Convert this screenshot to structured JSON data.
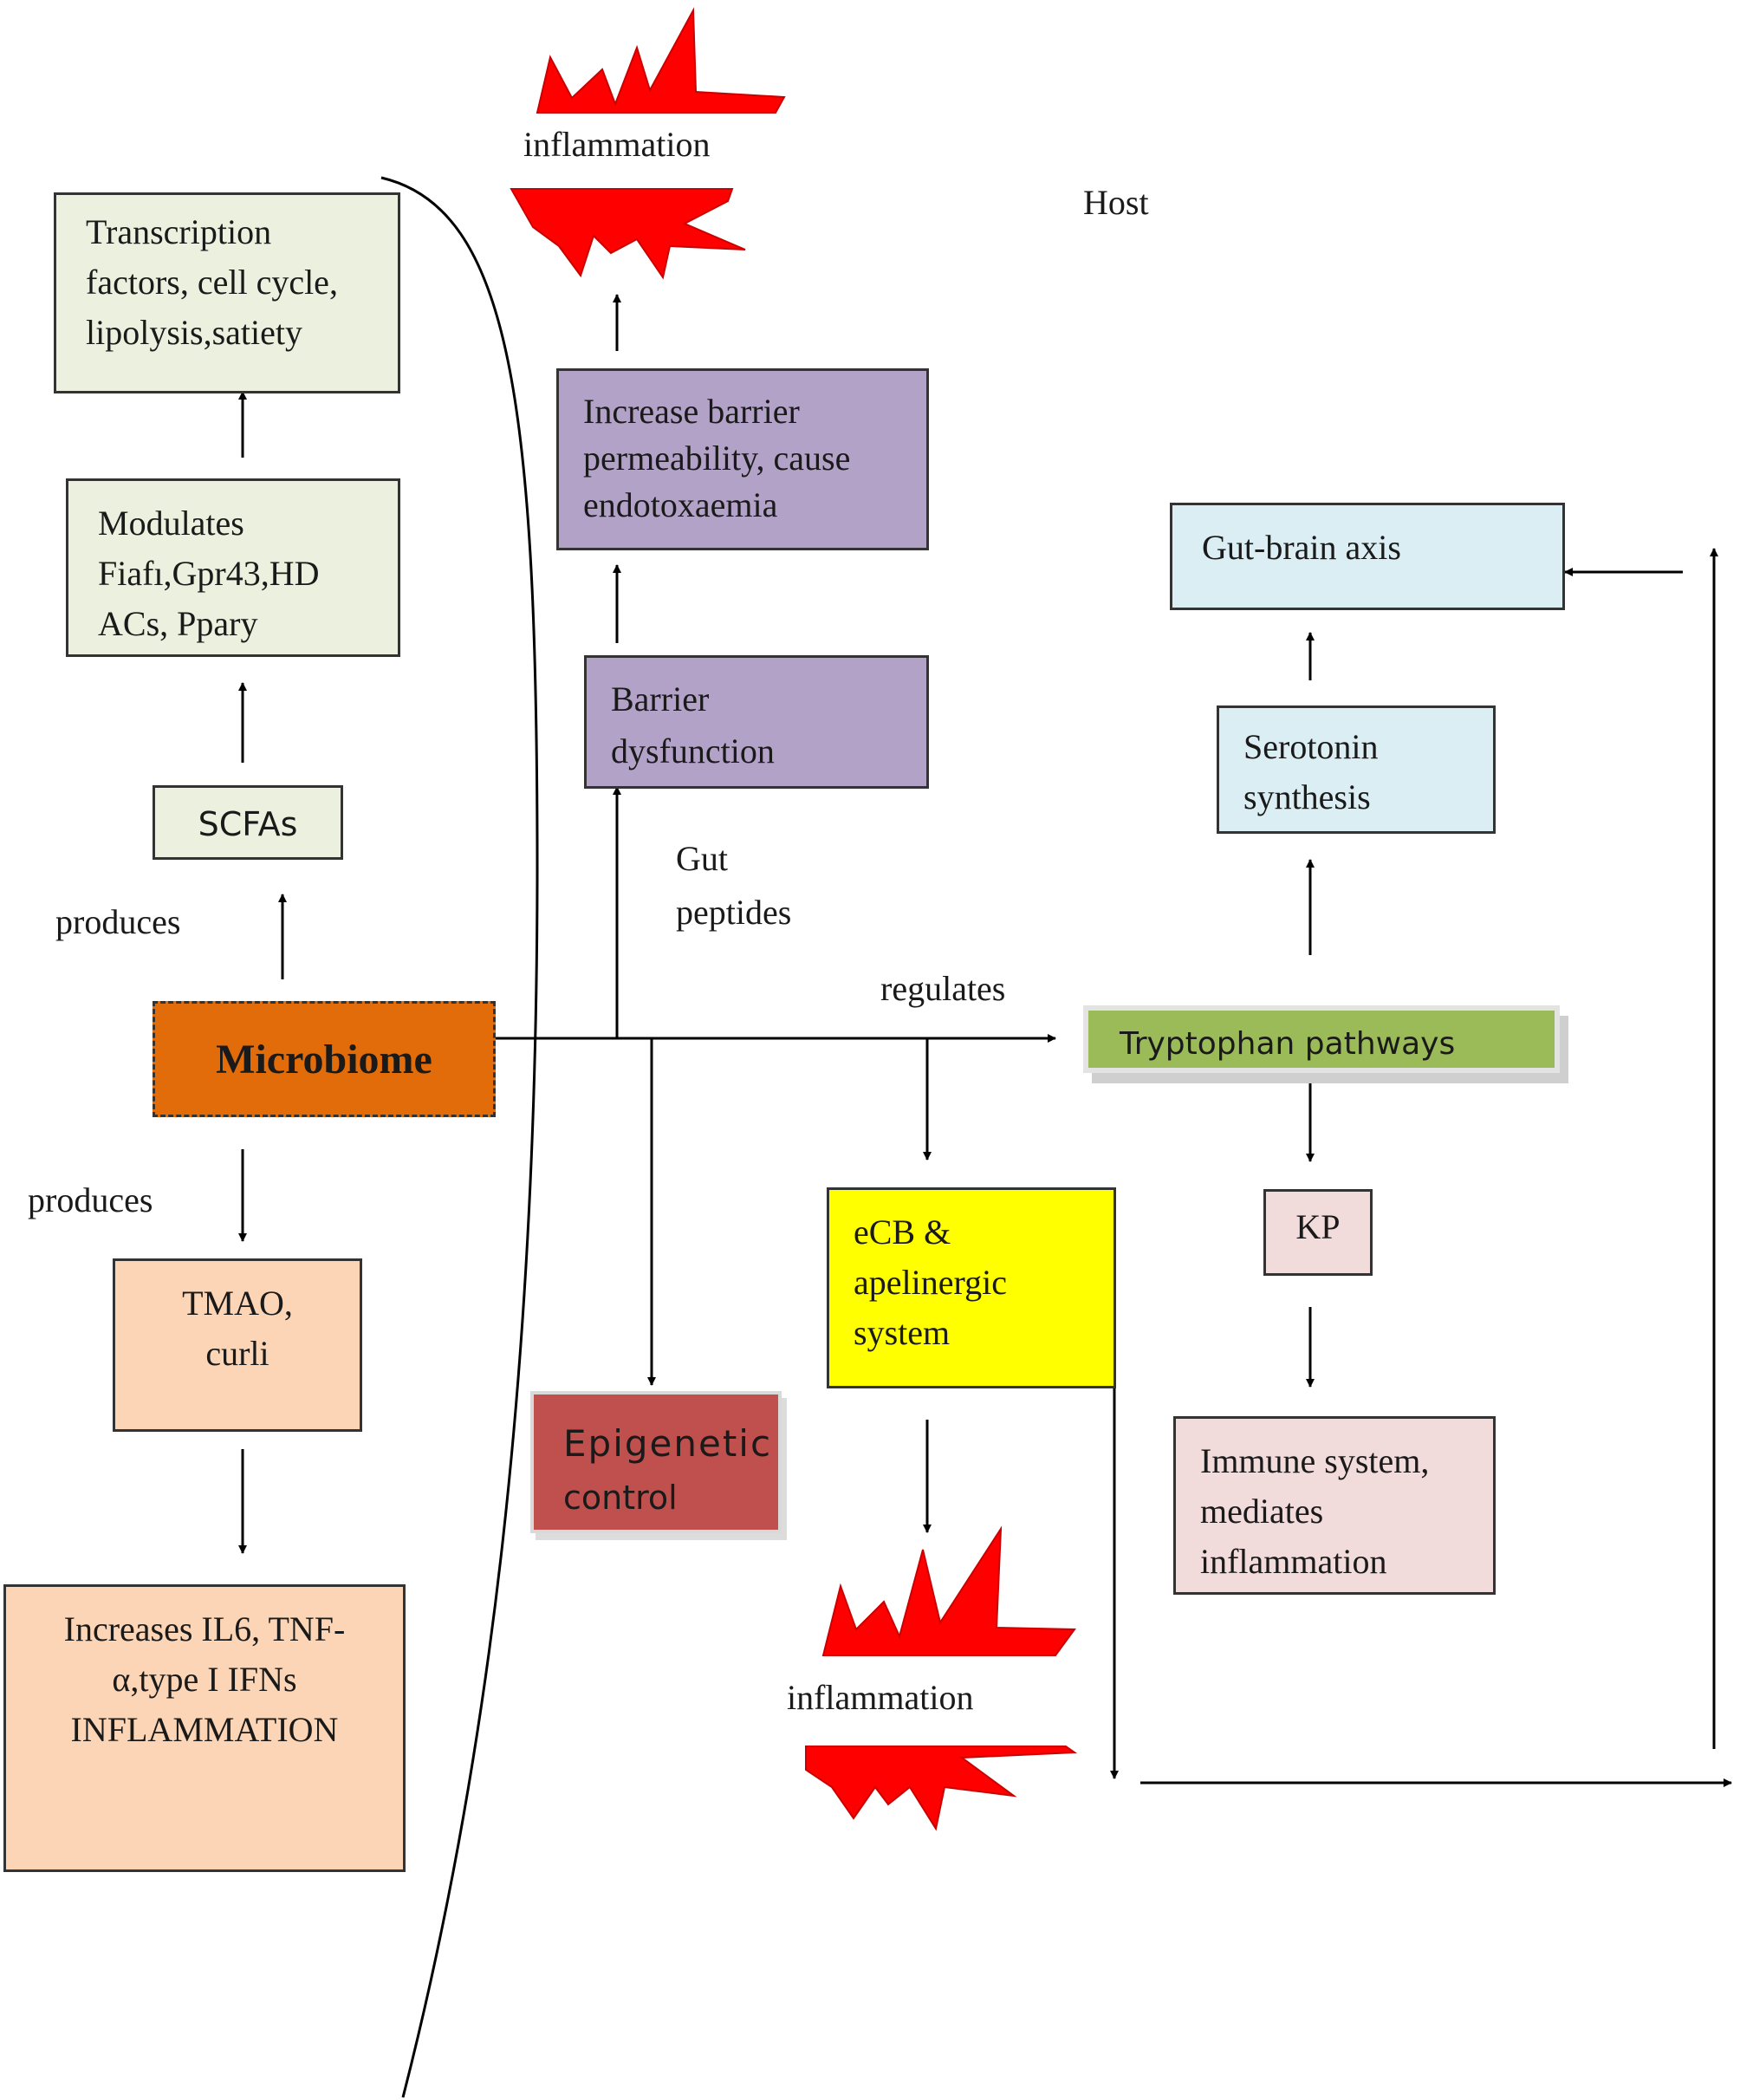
{
  "diagram": {
    "host_label": "Host",
    "nodes": {
      "transcription": {
        "lines": [
          "Transcription",
          "factors, cell cycle,",
          "lipolysis,satiety"
        ],
        "fill": "#ebf1de",
        "border": "#333333"
      },
      "modulates": {
        "lines": [
          "Modulates",
          "Fiafı,Gpr43,HD",
          "ACs, Ppary"
        ],
        "fill": "#ebf1de",
        "border": "#333333"
      },
      "scfas": {
        "lines": [
          "SCFAs"
        ],
        "fill": "#ebf1de",
        "border": "#333333"
      },
      "microbiome": {
        "lines": [
          "Microbiome"
        ],
        "fill": "#e36c0a",
        "border": "#333333"
      },
      "tmao": {
        "lines": [
          "TMAO,",
          "curli"
        ],
        "fill": "#fbd5b5",
        "border": "#333333"
      },
      "increases_il6": {
        "lines": [
          "Increases IL6, TNF-",
          "α,type I IFNs",
          "INFLAMMATION"
        ],
        "fill": "#fbd5b5",
        "border": "#333333"
      },
      "increase_barrier": {
        "lines": [
          "Increase barrier",
          "permeability, cause",
          "endotoxaemia"
        ],
        "fill": "#b3a2c7",
        "border": "#333333"
      },
      "barrier_dysfunction": {
        "lines": [
          "Barrier",
          "dysfunction"
        ],
        "fill": "#b3a2c7",
        "border": "#333333"
      },
      "epigenetic": {
        "lines": [
          "Epigenetic",
          "control"
        ],
        "fill": "#c0504d",
        "border": "#d9d9d9"
      },
      "ecb": {
        "lines": [
          "eCB &",
          "apelinergic",
          "system"
        ],
        "fill": "#ffff00",
        "border": "#333333"
      },
      "tryptophan": {
        "lines": [
          "Tryptophan pathways"
        ],
        "fill": "#9bbb59",
        "border": "#e3e3e3"
      },
      "kp": {
        "lines": [
          "KP"
        ],
        "fill": "#f2dcdb",
        "border": "#333333"
      },
      "immune": {
        "lines": [
          "Immune system,",
          "mediates",
          "inflammation"
        ],
        "fill": "#f2dcdb",
        "border": "#333333"
      },
      "serotonin": {
        "lines": [
          "Serotonin",
          "synthesis"
        ],
        "fill": "#dbeef4",
        "border": "#333333"
      },
      "gut_brain": {
        "lines": [
          "Gut-brain axis"
        ],
        "fill": "#dbeef4",
        "border": "#333333"
      }
    },
    "edge_labels": {
      "produces_top": "produces",
      "produces_bottom": "produces",
      "regulates": "regulates",
      "gut_peptides": [
        "Gut",
        "peptides"
      ]
    },
    "bursts": {
      "top": {
        "label": "inflammation",
        "color": "#ff0000"
      },
      "bottom": {
        "label": "inflammation",
        "color": "#ff0000"
      }
    },
    "line_color": "#000000"
  }
}
